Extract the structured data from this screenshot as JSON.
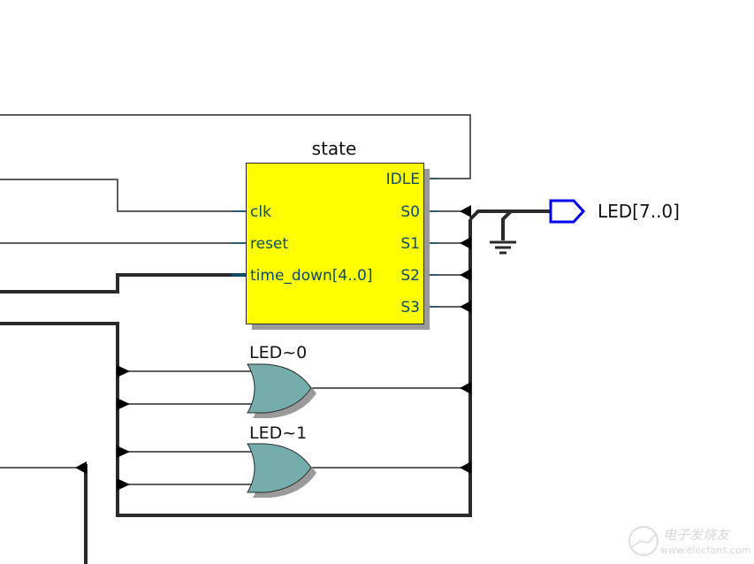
{
  "diagram": {
    "block": {
      "title": "state",
      "inputs": [
        "clk",
        "reset",
        "time_down[4..0]"
      ],
      "outputs": [
        "IDLE",
        "S0",
        "S1",
        "S2",
        "S3"
      ]
    },
    "gates": [
      {
        "type": "OR",
        "label": "LED~0"
      },
      {
        "type": "OR",
        "label": "LED~1"
      }
    ],
    "output_port": {
      "label": "LED[7..0]",
      "color": "#0000ee"
    },
    "colors": {
      "block_fill": "#ffff00",
      "gate_fill": "#74adab",
      "shadow": "#9a9a9a",
      "wire": "#2a2a2a",
      "port_text": "#0b4a6a"
    },
    "watermark": {
      "brand": "电子发烧友",
      "url": "www.elecfans.com"
    }
  }
}
